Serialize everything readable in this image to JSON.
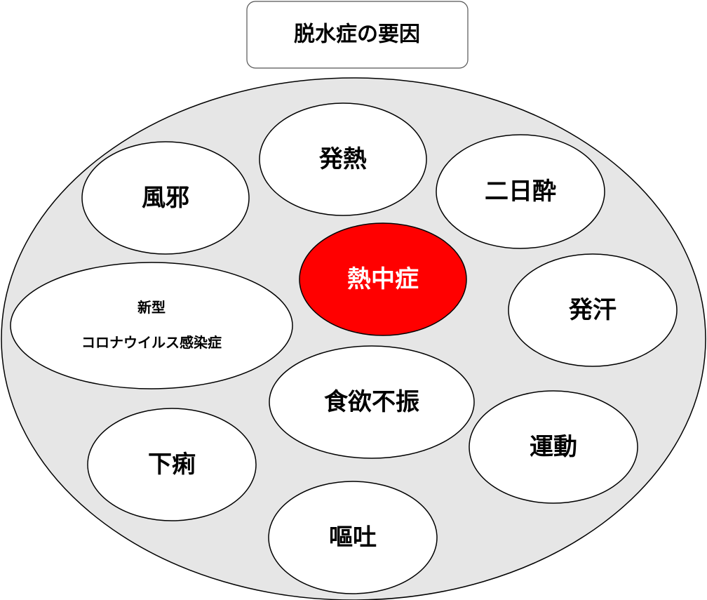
{
  "title": "脱水症の要因",
  "colors": {
    "container": "#e6e6e6",
    "highlight": "#ff0000",
    "node": "#ffffff"
  },
  "center": {
    "label": "熱中症"
  },
  "factors": {
    "fever": "発熱",
    "cold": "風邪",
    "hangover": "二日酔",
    "sweating": "発汗",
    "covid_line1": "新型",
    "covid_line2": "コロナウイルス感染症",
    "appetite": "食欲不振",
    "exercise": "運動",
    "diarrhea": "下痢",
    "vomiting": "嘔吐"
  }
}
